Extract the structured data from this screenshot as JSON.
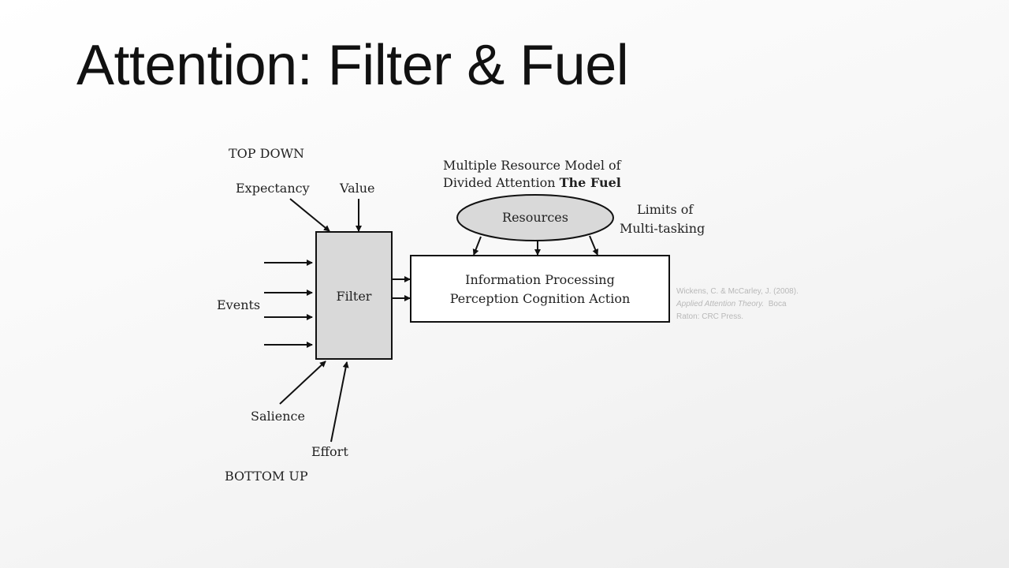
{
  "slide": {
    "title": "Attention: Filter & Fuel"
  },
  "diagram": {
    "top_down": "TOP DOWN",
    "expectancy": "Expectancy",
    "value": "Value",
    "events": "Events",
    "filter": "Filter",
    "salience": "Salience",
    "effort": "Effort",
    "bottom_up": "BOTTOM UP",
    "fuel_line1": "Multiple Resource Model of",
    "fuel_line2": "Divided Attention",
    "fuel_bold": "The Fuel",
    "resources": "Resources",
    "limits_line1": "Limits of",
    "limits_line2": "Multi-tasking",
    "info_line1": "Information Processing",
    "info_line2": "Perception Cognition Action"
  },
  "citation": {
    "authors": "Wickens, C. & McCarley, J. (2008).",
    "book": "Applied Attention Theory.",
    "place": "Boca",
    "publisher": "Raton: CRC Press."
  }
}
